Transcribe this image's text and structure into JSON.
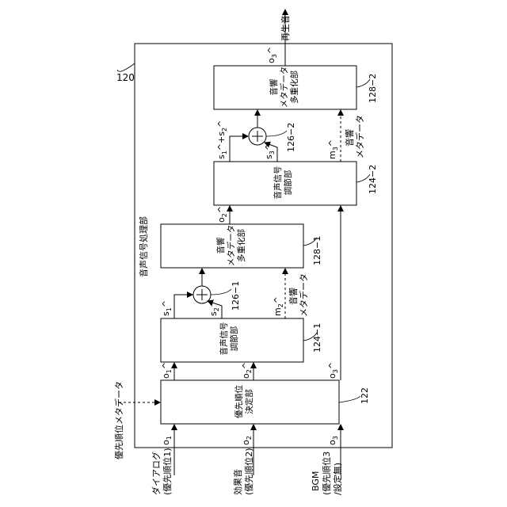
{
  "unit": {
    "id": "120",
    "title": "音声信号処理部"
  },
  "outputs": {
    "playback": "再生音",
    "final_signal": "o3^"
  },
  "inputs": [
    {
      "line1": "ダイアログ",
      "line2": "(優先順位1)",
      "signal": "o1"
    },
    {
      "line1": "効果音",
      "line2": "(優先順位2)",
      "signal": "o2"
    },
    {
      "line1": "BGM",
      "line2": "(優先順位3",
      "line3": "/設定無)",
      "signal": "o3"
    }
  ],
  "priority_meta": "優先順位メタデータ",
  "blocks": {
    "b122": {
      "line1": "優先順位",
      "line2": "決定部",
      "id": "122"
    },
    "b124_1": {
      "line1": "音声信号",
      "line2": "調節部",
      "id": "124−1"
    },
    "b128_1": {
      "line1": "音響",
      "line2": "メタデータ",
      "line3": "多重化部",
      "id": "128−1"
    },
    "b124_2": {
      "line1": "音声信号",
      "line2": "調節部",
      "id": "124−2"
    },
    "b128_2": {
      "line1": "音響",
      "line2": "メタデータ",
      "line3": "多重化部",
      "id": "128−2"
    }
  },
  "adders": {
    "a1": {
      "id": "126−1",
      "symbol": "+"
    },
    "a2": {
      "id": "126−2",
      "symbol": "+"
    }
  },
  "signals": {
    "o1_out": "o1^",
    "o2_out": "o2^",
    "o3_out": "o3^",
    "s1": "s1^",
    "s2": "s2^",
    "m2": "m2^",
    "o2_mid": "o2^",
    "s1s2": "s1^+s2^",
    "s3": "s3^",
    "m3": "m3^"
  },
  "meta_labels": {
    "acoustic_1": "音響",
    "meta_1": "メタデータ",
    "acoustic_2": "音響",
    "meta_2": "メタデータ"
  }
}
